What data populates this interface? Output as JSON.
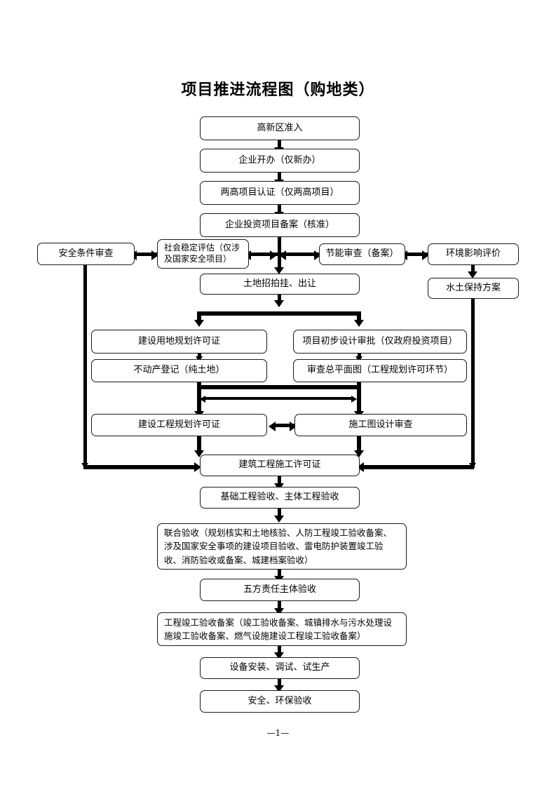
{
  "document": {
    "title": "项目推进流程图（购地类）",
    "page_number": "—1—",
    "domain_type": "flowchart"
  },
  "chart_data": {
    "type": "diagram",
    "title": "项目推进流程图（购地类）",
    "orientation": "top-to-bottom"
  },
  "nodes": {
    "n01": {
      "label": "高新区准入"
    },
    "n02": {
      "label": "企业开办（仅新办）"
    },
    "n03": {
      "label": "两高项目认证（仅两高项目）"
    },
    "n04": {
      "label": "企业投资项目备案（核准）"
    },
    "n05": {
      "label": "安全条件审查"
    },
    "n06": {
      "label": "社会稳定评估（仅涉及国家安全项目）"
    },
    "n07": {
      "label": "节能审查（备案）"
    },
    "n08": {
      "label": "环境影响评价"
    },
    "n09": {
      "label": "土地招拍挂、出让"
    },
    "n10": {
      "label": "水土保持方案"
    },
    "n11": {
      "label": "建设用地规划许可证"
    },
    "n12": {
      "label": "项目初步设计审批（仅政府投资项目）"
    },
    "n13": {
      "label": "不动产登记（纯土地）"
    },
    "n14": {
      "label": "审查总平面图（工程规划许可环节）"
    },
    "n15": {
      "label": "建设工程规划许可证"
    },
    "n16": {
      "label": "施工图设计审查"
    },
    "n17": {
      "label": "建筑工程施工许可证"
    },
    "n18": {
      "label": "基础工程验收、主体工程验收"
    },
    "n19": {
      "label": "联合验收（规划核实和土地核验、人防工程竣工验收备案、涉及国家安全事项的建设项目验收、雷电防护装置竣工验收、消防验收或备案、城建档案验收）"
    },
    "n20": {
      "label": "五方责任主体验收"
    },
    "n21": {
      "label": "工程竣工验收备案（竣工验收备案、城镇排水与污水处理设施竣工验收备案、燃气设施建设工程竣工验收备案）"
    },
    "n22": {
      "label": "设备安装、调试、试生产"
    },
    "n23": {
      "label": "安全、环保验收"
    }
  },
  "colors": {
    "stroke": "#000000",
    "background": "#ffffff",
    "text": "#000000"
  }
}
